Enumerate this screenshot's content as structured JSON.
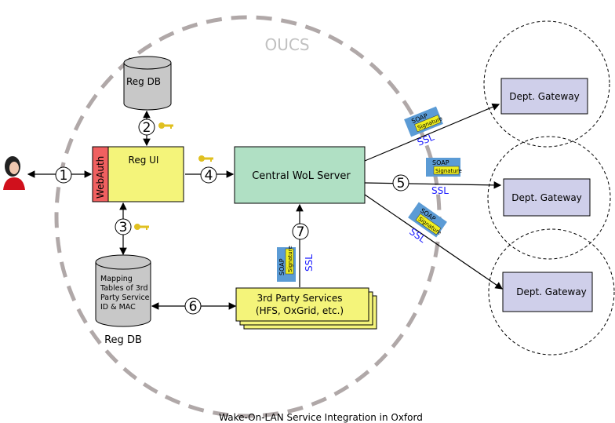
{
  "region_label": "OUCS",
  "caption": "Wake-On-LAN Service Integration in Oxford",
  "nodes": {
    "reg_db_top": "Reg DB",
    "webauth": "WebAuth",
    "reg_ui": "Reg UI",
    "central_server": "Central WoL Server",
    "mapping_db_lines": [
      "Mapping",
      "Tables of 3rd",
      "Party Service",
      "ID & MAC"
    ],
    "reg_db_bottom": "Reg DB",
    "third_party_line1": "3rd Party Services",
    "third_party_line2": "(HFS, OxGrid, etc.)",
    "gateways": [
      "Dept. Gateway",
      "Dept. Gateway",
      "Dept. Gateway"
    ]
  },
  "steps": [
    "1",
    "2",
    "3",
    "4",
    "5",
    "6",
    "7"
  ],
  "badge": {
    "soap": "SOAP",
    "signature": "Signature",
    "ssl": "SSL"
  },
  "colors": {
    "reg_ui": "#f4f47a",
    "webauth": "#f06060",
    "server": "#b0e0c4",
    "gateway": "#cfcfea",
    "db": "#c8c8c8",
    "soap": "#5b9bd5",
    "signature": "#f0f020",
    "key": "#e0c020",
    "region": "#b0a8a8",
    "ssl": "#1a1aff"
  },
  "icons": [
    "user-icon",
    "key-icon"
  ]
}
